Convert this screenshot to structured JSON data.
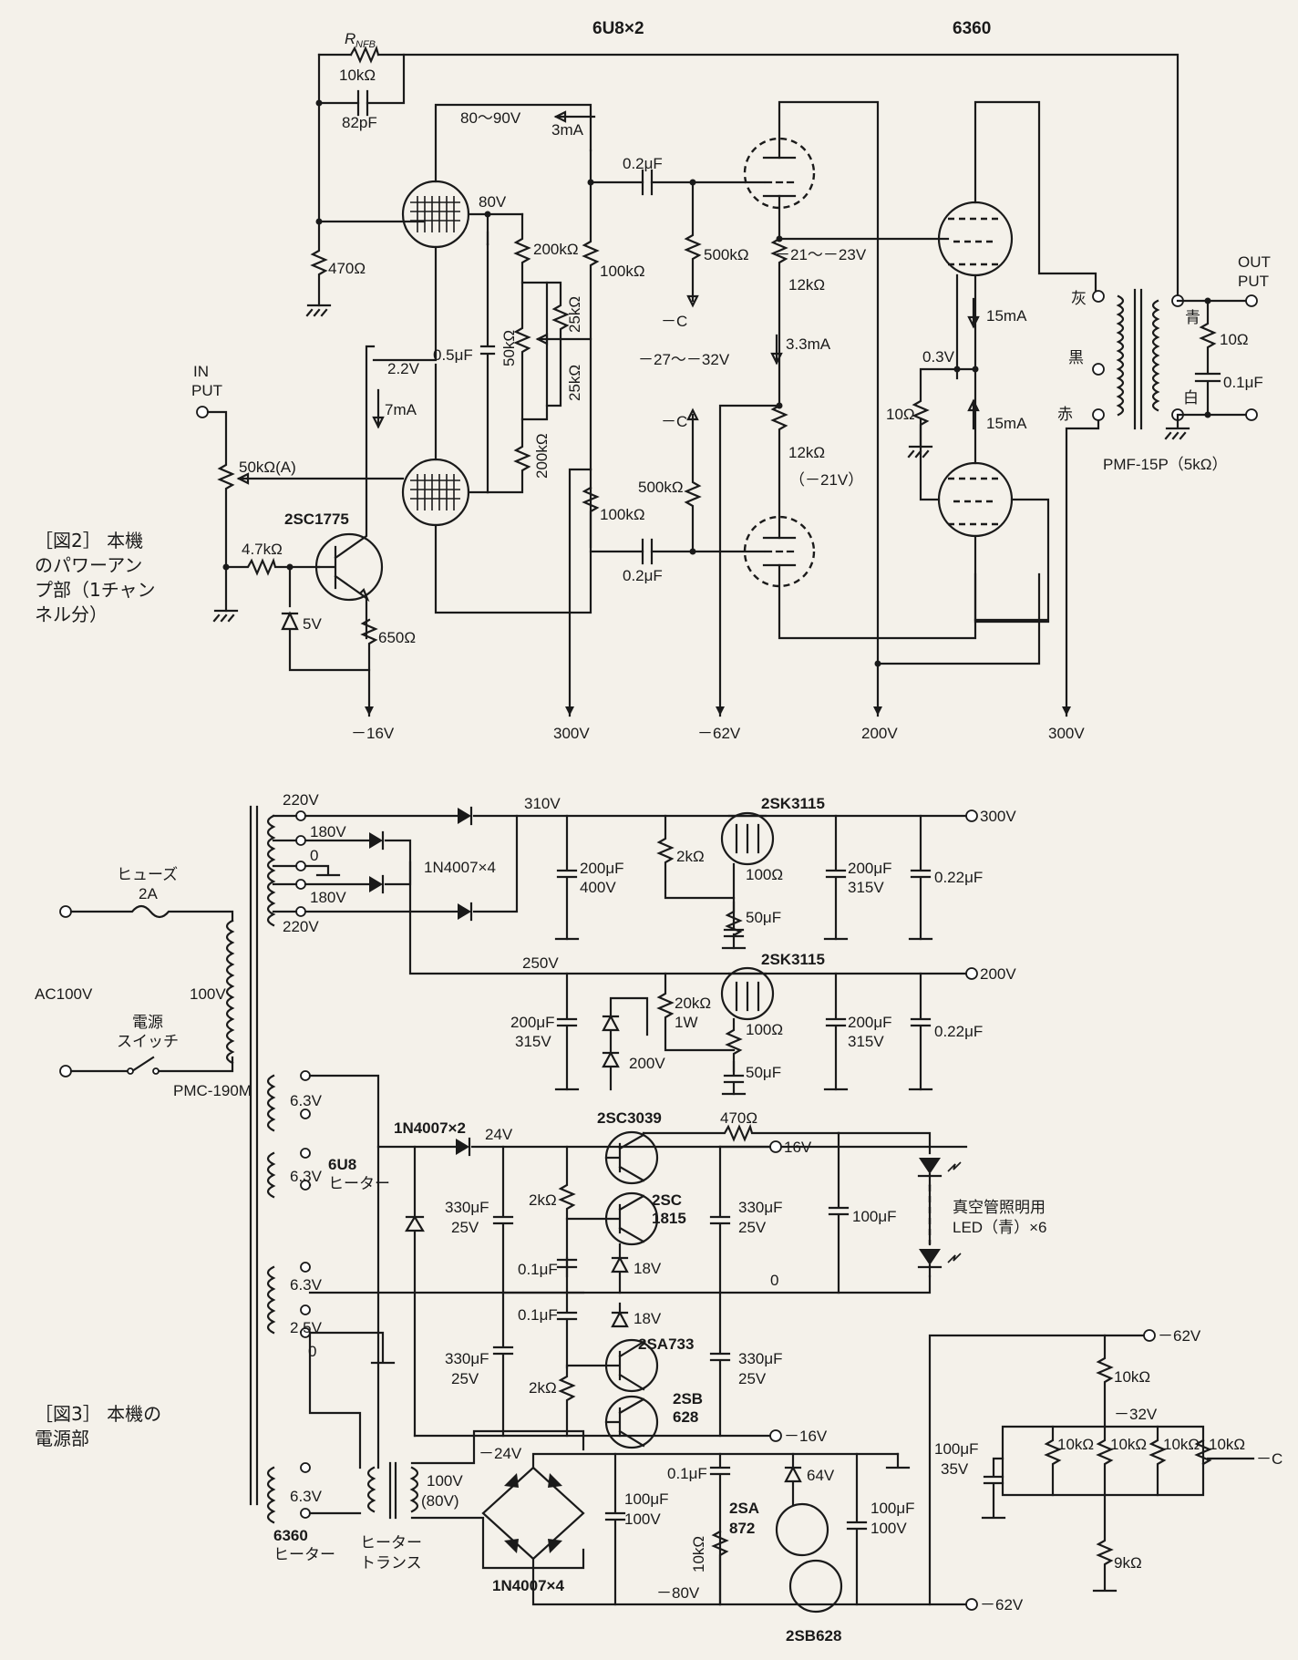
{
  "fig2": {
    "caption": [
      "［図2］ 本機",
      "のパワーアン",
      "プ部（1チャン",
      "ネル分）"
    ],
    "tube_6u8": "6U8×2",
    "tube_6360": "6360",
    "rnfb": "R",
    "rnfb_sub": "NFB",
    "rnfb_value": "10kΩ",
    "c82": "82pF",
    "r470": "470Ω",
    "v80_90": "80～90V",
    "i3ma": "3mA",
    "v80": "80V",
    "r200k_top": "200kΩ",
    "r200k_bot": "200kΩ",
    "r25k_top": "25kΩ",
    "r25k_bot": "25kΩ",
    "pot50k": "50kΩ",
    "c05": "0.5μF",
    "r100k_top": "100kΩ",
    "r100k_bot": "100kΩ",
    "c02_top": "0.2μF",
    "c02_bot": "0.2μF",
    "r500k_top": "500kΩ",
    "r500k_bot": "500kΩ",
    "neg_c_top": "－C",
    "neg_c_bot": "－C",
    "bias_range": "－27～－32V",
    "v_21_23": "－21～－23V",
    "r12k_top": "12kΩ",
    "r12k_bot": "12kΩ",
    "i33ma": "3.3mA",
    "v_21": "（－21V）",
    "i15ma_top": "15mA",
    "i15ma_bot": "15mA",
    "v03": "0.3V",
    "r10_cath": "10Ω",
    "v22": "2.2V",
    "i7ma": "7mA",
    "in_put": [
      "IN",
      "PUT"
    ],
    "vol": "50kΩ(A)",
    "q_2sc1775": "2SC1775",
    "r47k": "4.7kΩ",
    "z5v": "5V",
    "r650": "650Ω",
    "rail_m16": "－16V",
    "rail_300a": "300V",
    "rail_m62": "－62V",
    "rail_200": "200V",
    "rail_300b": "300V",
    "ot_gray": "灰",
    "ot_black": "黒",
    "ot_red": "赤",
    "ot_blue": "青",
    "ot_white": "白",
    "ot_name": "PMF-15P（5kΩ）",
    "out_put": [
      "OUT",
      "PUT"
    ],
    "r10_out": "10Ω",
    "c01_out": "0.1μF"
  },
  "fig3": {
    "caption": [
      "［図3］ 本機の",
      "電源部"
    ],
    "ac": "AC100V",
    "fuse_label": "ヒューズ",
    "fuse_value": "2A",
    "switch_label": [
      "電源",
      "スイッチ"
    ],
    "v100": "100V",
    "pt_name": "PMC-190M",
    "tap_220a": "220V",
    "tap_180a": "180V",
    "tap_0": "0",
    "tap_180b": "180V",
    "tap_220b": "220V",
    "diodes": "1N4007×4",
    "v310": "310V",
    "v250": "250V",
    "c200_400": [
      "200μF",
      "400V"
    ],
    "c200_315a": [
      "200μF",
      "315V"
    ],
    "c200_315b": [
      "200μF",
      "315V"
    ],
    "c200_315c": [
      "200μF",
      "315V"
    ],
    "r2k": "2kΩ",
    "r100a": "100Ω",
    "r100b": "100Ω",
    "c50a": "50μF",
    "c50b": "50μF",
    "fet_a": "2SK3115",
    "fet_b": "2SK3115",
    "c022a": "0.22μF",
    "c022b": "0.22μF",
    "out300": "300V",
    "out200": "200V",
    "r20k": [
      "20kΩ",
      "1W"
    ],
    "z200": "200V",
    "h63a": "6.3V",
    "h63b": "6.3V",
    "h6u8": [
      "6U8",
      "ヒーター"
    ],
    "h63c": "6.3V",
    "h25": "2.5V",
    "h0": "0",
    "h63d": "6.3V",
    "h6360": [
      "6360",
      "ヒーター"
    ],
    "diodes2": "1N4007×2",
    "v24": "24V",
    "q2sc3039": "2SC3039",
    "r470": "470Ω",
    "out16": "16V",
    "c330a": [
      "330μF",
      "25V"
    ],
    "c330b": [
      "330μF",
      "25V"
    ],
    "c330c": [
      "330μF",
      "25V"
    ],
    "c330d": [
      "330μF",
      "25V"
    ],
    "r2k_a": "2kΩ",
    "r2k_b": "2kΩ",
    "q2sc1815": [
      "2SC",
      "1815"
    ],
    "c01a": "0.1μF",
    "c01b": "0.1μF",
    "z18a": "18V",
    "z18b": "18V",
    "gnd0": "0",
    "c100_led": "100μF",
    "led_label": [
      "真空管照明用",
      "LED（青）×6"
    ],
    "q2sa733": "2SA733",
    "q2sb628": [
      "2SB",
      "628"
    ],
    "vm24": "－24V",
    "outm16": "－16V",
    "ht_label": [
      "ヒーター",
      "トランス"
    ],
    "ht_v": [
      "100V",
      "(80V)"
    ],
    "bridge": "1N4007×4",
    "c01c": "0.1μF",
    "z64": "64V",
    "q2sa872": [
      "2SA",
      "872"
    ],
    "q2sb628b": "2SB628",
    "c100_100a": [
      "100μF",
      "100V"
    ],
    "c100_100b": [
      "100μF",
      "100V"
    ],
    "r10k": "10kΩ",
    "vm80": "－80V",
    "outm62": "－62V",
    "bias_in": "－62V",
    "bias_r10k": "10kΩ",
    "bias_v32": "－32V",
    "bias_pots": [
      "10kΩ",
      "10kΩ",
      "10kΩ",
      "10kΩ"
    ],
    "bias_cap": [
      "100μF",
      "35V"
    ],
    "bias_r9k": "9kΩ",
    "bias_out": "－C"
  }
}
